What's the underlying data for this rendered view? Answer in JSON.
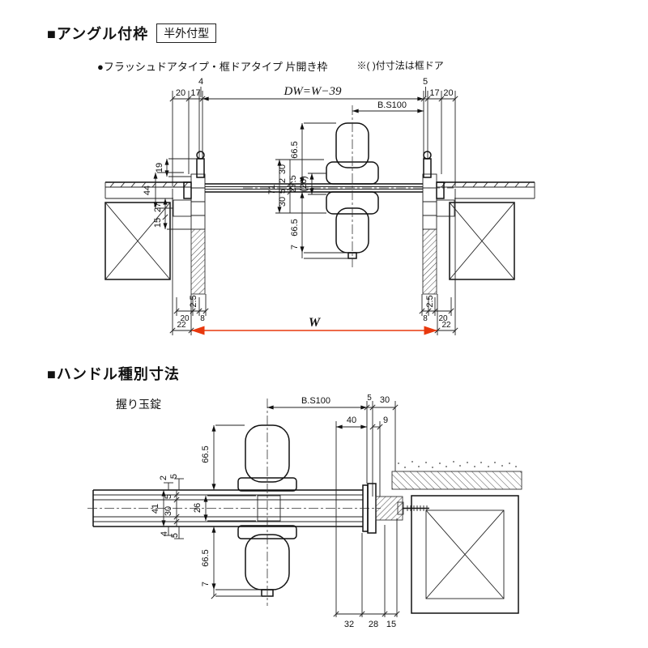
{
  "colors": {
    "accent_red": "#e8380d",
    "ink": "#111111"
  },
  "top": {
    "title": "■アングル付枠",
    "badge": "半外付型",
    "bullet": "●フラッシュドアタイプ・框ドアタイプ 片開き枠",
    "note": "※( )付寸法は框ドア",
    "dims": {
      "d20l": "20",
      "d17l": "17",
      "d4": "4",
      "dw": "DW=W−39",
      "bs100": "B.S100",
      "d5": "5",
      "d17r": "17",
      "d20r": "20",
      "d665_top": "66.5",
      "d30_top": "30",
      "d2": "2",
      "d27_5": "27.5",
      "d26": "(26)",
      "d71": "71",
      "d5_mid": "5",
      "d30_mid": "30",
      "d665_bot": "66.5",
      "d7": "7",
      "d19": "19",
      "d44": "44",
      "d27": "27",
      "d15": "15",
      "d2_5_l": "2.5",
      "d20_bl": "20",
      "d8_bl": "8",
      "d2_5_r": "2.5",
      "d8_br": "8",
      "d20_br": "20",
      "d22_l": "22",
      "w": "W",
      "d22_r": "22"
    }
  },
  "bottom": {
    "title": "■ハンドル種別寸法",
    "label": "握り玉錠",
    "dims": {
      "bs100": "B.S100",
      "d5": "5",
      "d30": "30",
      "d40": "40",
      "d9": "9",
      "d665_top": "66.5",
      "d2": "2",
      "d5a": "5",
      "d41": "41",
      "d5b": "5",
      "d30l": "30",
      "d26": "26",
      "d4": "4",
      "d5c": "5",
      "d665_bot": "66.5",
      "d7": "7",
      "d32": "32",
      "d28": "28",
      "d15": "15"
    }
  }
}
